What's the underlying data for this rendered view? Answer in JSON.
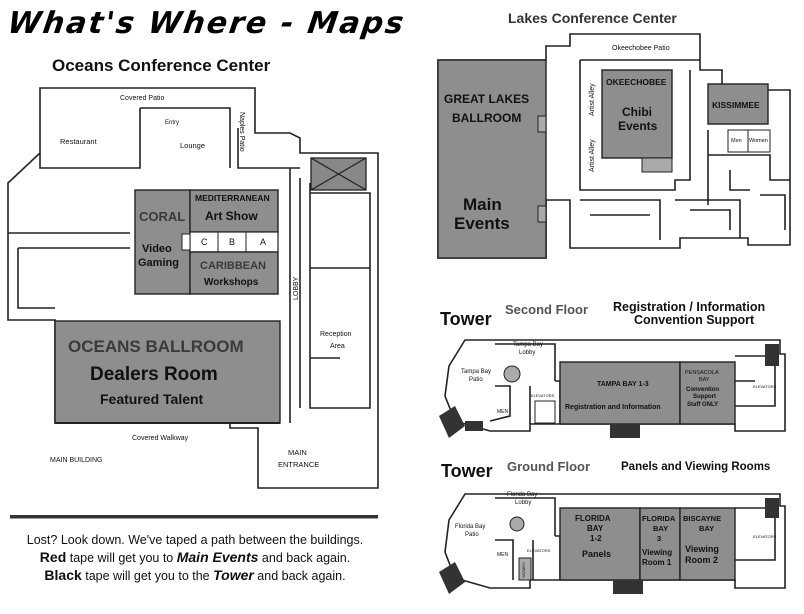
{
  "header": {
    "title": "What's Where - Maps"
  },
  "oceans": {
    "title": "Oceans Conference Center",
    "labels": {
      "covered_patio": "Covered Patio",
      "entry": "Entry",
      "restaurant": "Restaurant",
      "lounge": "Lounge",
      "naples_patio": "Naples Patio",
      "mediterranean": "MEDITERRANEAN",
      "art_show": "Art Show",
      "coral": "CORAL",
      "video_gaming_1": "Video",
      "video_gaming_2": "Gaming",
      "c": "C",
      "b": "B",
      "a": "A",
      "caribbean": "CARIBBEAN",
      "workshops": "Workshops",
      "lobby": "LOBBY",
      "reception": "Reception",
      "area": "Area",
      "ballroom": "OCEANS BALLROOM",
      "dealers": "Dealers Room",
      "featured": "Featured Talent",
      "covered_walkway": "Covered Walkway",
      "main_building": "MAIN BUILDING",
      "main": "MAIN",
      "entrance": "ENTRANCE"
    }
  },
  "lakes": {
    "title": "Lakes Conference Center",
    "labels": {
      "okeechobee_patio": "Okeechobee Patio",
      "great_lakes_1": "GREAT LAKES",
      "great_lakes_2": "BALLROOM",
      "main_events_1": "Main",
      "main_events_2": "Events",
      "artist_alley_1": "Artist Alley",
      "artist_alley_2": "Artist Alley",
      "okeechobee": "OKEECHOBEE",
      "chibi_1": "Chibi",
      "chibi_2": "Events",
      "kissimmee": "KISSIMMEE",
      "men": "Men",
      "women": "Women"
    }
  },
  "tower_second": {
    "tower": "Tower",
    "floor": "Second Floor",
    "heading_1": "Registration / Information",
    "heading_2": "Convention Support",
    "labels": {
      "patio_1": "Tampa Bay",
      "patio_2": "Patio",
      "lobby_1": "Tampa Bay",
      "lobby_2": "Lobby",
      "elevators_left": "ELEVATORS",
      "men": "MEN",
      "tampa_bay": "TAMPA BAY 1-3",
      "registration": "Registration and Information",
      "pensacola_1": "PENSACOLA",
      "pensacola_2": "BAY",
      "support_1": "Convention",
      "support_2": "Support",
      "support_3": "Staff ONLY",
      "elevators_right": "ELEVATORS"
    }
  },
  "tower_ground": {
    "tower": "Tower",
    "floor": "Ground Floor",
    "heading": "Panels and Viewing Rooms",
    "labels": {
      "lobby_1": "Florida Bay",
      "lobby_2": "Lobby",
      "patio_1": "Florida Bay",
      "patio_2": "Patio",
      "men": "MEN",
      "elevators_left": "ELEVATORS",
      "women": "WOMEN",
      "florida_1": "FLORIDA",
      "florida_2": "BAY",
      "florida_3": "1-2",
      "panels": "Panels",
      "florida3_1": "FLORIDA",
      "florida3_2": "BAY",
      "florida3_3": "3",
      "viewing1_1": "Viewing",
      "viewing1_2": "Room 1",
      "biscayne_1": "BISCAYNE",
      "biscayne_2": "BAY",
      "viewing2_1": "Viewing",
      "viewing2_2": "Room 2",
      "elevators_right": "ELEVATORS"
    }
  },
  "footer": {
    "line1": "Lost? Look down. We've taped a path between the buildings.",
    "red": "Red",
    "line2a": " tape will get you to ",
    "main_events": "Main Events",
    "line2b": " and back again.",
    "black": "Black",
    "line3a": " tape will get you to the ",
    "tower": "Tower",
    "line3b": " and back again."
  }
}
